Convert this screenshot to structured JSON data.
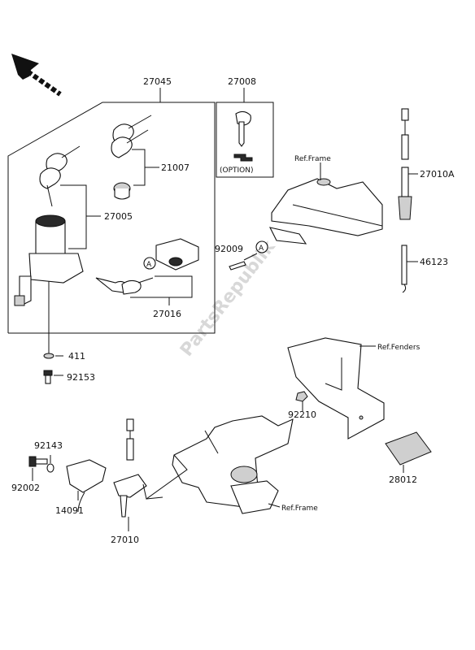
{
  "diagram": {
    "labels": {
      "p27045": "27045",
      "p27008": "27008",
      "p21007": "21007",
      "p27005": "27005",
      "p27016": "27016",
      "p411": "411",
      "p92153": "92153",
      "p92009": "92009",
      "p27010A": "27010A",
      "p46123": "46123",
      "p92210": "92210",
      "p28012": "28012",
      "p92143": "92143",
      "p92002": "92002",
      "p14091": "14091",
      "p27010": "27010"
    },
    "refs": {
      "frame_top": "Ref.Frame",
      "fenders": "Ref.Fenders",
      "frame_bottom": "Ref.Frame"
    },
    "option_text": "(OPTION)",
    "callout_a": "A",
    "watermark": "PartsRepublik",
    "colors": {
      "ink": "#111111",
      "shade": "#cfcfcf",
      "watermark": "#d8d8d8"
    },
    "icons": [
      "direction-arrow-icon"
    ]
  }
}
